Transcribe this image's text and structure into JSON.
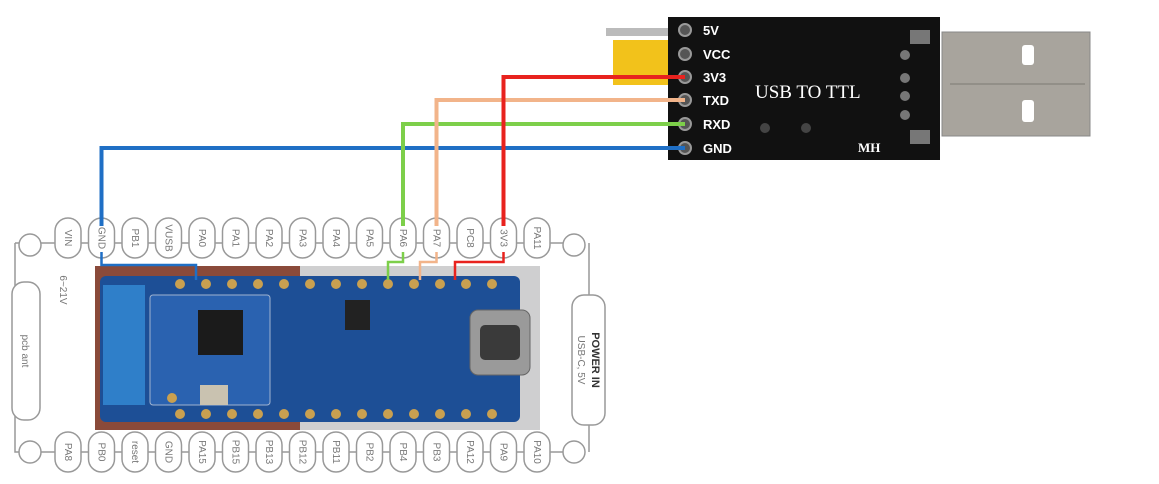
{
  "board": {
    "top_pins": [
      "VIN",
      "GND",
      "PB1",
      "VUSB",
      "PA0",
      "PA1",
      "PA2",
      "PA3",
      "PA4",
      "PA5",
      "PA6",
      "PA7",
      "PC8",
      "3V3",
      "PA11"
    ],
    "bottom_pins": [
      "PA8",
      "PB0",
      "reset",
      "GND",
      "PA15",
      "PB15",
      "PB13",
      "PB12",
      "PB11",
      "PB2",
      "PB4",
      "PB3",
      "PA12",
      "PA9",
      "PA10"
    ],
    "voltage_label": "6~21V",
    "antenna_label": "pcb ant",
    "power_label_1": "POWER IN",
    "power_label_2": "USB-C, 5V"
  },
  "adapter": {
    "title": "USB TO TTL",
    "maker": "MH",
    "pins": [
      "5V",
      "VCC",
      "3V3",
      "TXD",
      "RXD",
      "GND"
    ]
  },
  "connections": [
    {
      "from": "GND",
      "to": "GND",
      "color": "#1f6fc5"
    },
    {
      "from": "RXD",
      "to": "PA6",
      "color": "#7dcf4a"
    },
    {
      "from": "TXD",
      "to": "PA7",
      "color": "#f2b48a"
    },
    {
      "from": "3V3",
      "to": "3V3",
      "color": "#e8221e"
    }
  ]
}
